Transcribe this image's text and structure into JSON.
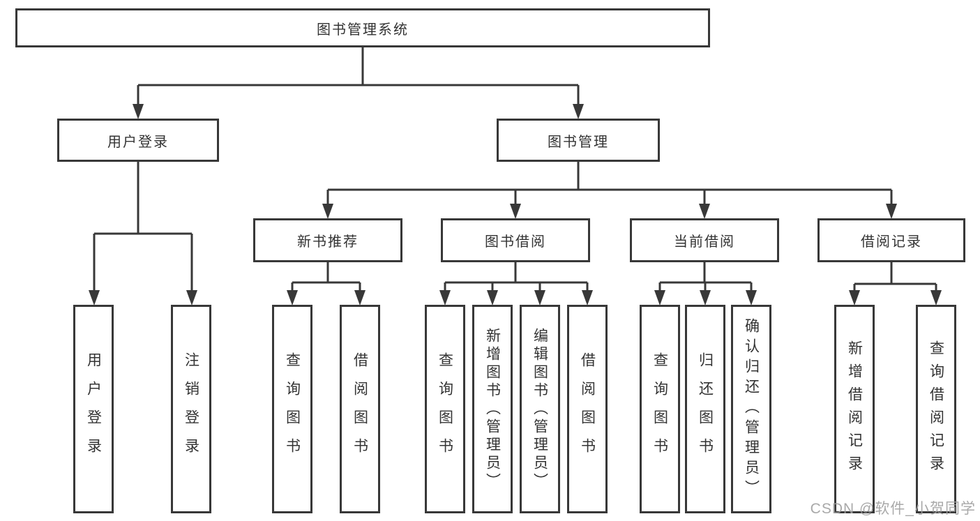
{
  "tree": {
    "label": "图书管理系统",
    "children": [
      {
        "label": "用户登录",
        "children": [
          {
            "label": "用户登录"
          },
          {
            "label": "注销登录"
          }
        ]
      },
      {
        "label": "图书管理",
        "children": [
          {
            "label": "新书推荐",
            "children": [
              {
                "label": "查询图书"
              },
              {
                "label": "借阅图书"
              }
            ]
          },
          {
            "label": "图书借阅",
            "children": [
              {
                "label": "查询图书"
              },
              {
                "label": "新增图书（管理员）"
              },
              {
                "label": "编辑图书（管理员）"
              },
              {
                "label": "借阅图书"
              }
            ]
          },
          {
            "label": "当前借阅",
            "children": [
              {
                "label": "查询图书"
              },
              {
                "label": "归还图书"
              },
              {
                "label": "确认归还（管理员）"
              }
            ]
          },
          {
            "label": "借阅记录",
            "children": [
              {
                "label": "新增借阅记录"
              },
              {
                "label": "查询借阅记录"
              }
            ]
          }
        ]
      }
    ]
  },
  "watermark": {
    "text": "CSDN @软件_小贺同学"
  },
  "colors": {
    "line": "#383838",
    "text": "#333333",
    "watermark": "#a0a0a0",
    "background": "#ffffff"
  }
}
